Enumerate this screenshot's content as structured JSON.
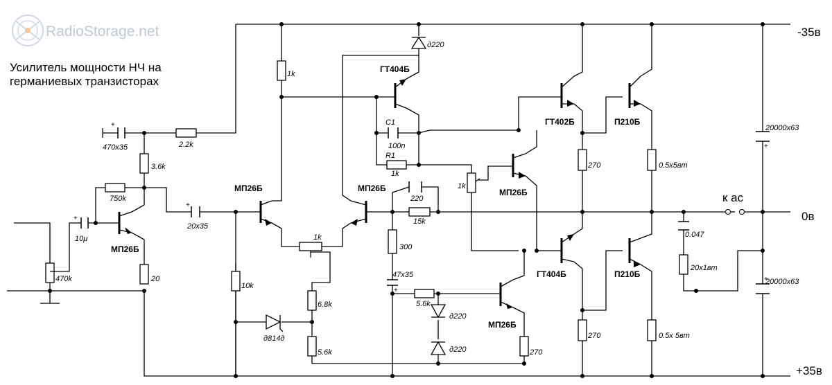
{
  "watermark": "RadioStorage.net",
  "title_lines": [
    "Усилитель мощности НЧ на",
    "германиевых транзисторах"
  ],
  "rails": {
    "negative": "-35в",
    "zero": "0в",
    "positive": "+35в"
  },
  "output_label": "к ас",
  "transistors": {
    "q_input": "МП26Б",
    "q_diff_left": "МП26Б",
    "q_diff_right": "МП26Б",
    "q_driver_top": "ГТ404Б",
    "q_bias": "МП26Б",
    "q_pre_top": "ГТ402Б",
    "q_pre_bottom": "ГТ404Б",
    "q_current_source": "МП26Б",
    "q_out_top": "П210Б",
    "q_out_bottom": "П210Б"
  },
  "components": {
    "c_in": "10μ",
    "r_pot_in": "470k",
    "c_470x35": "470x35",
    "r_2k2": "2.2k",
    "r_3k6": "3.6k",
    "r_750k": "750k",
    "r_20": "20",
    "c_20x35": "20x35",
    "r_1k_top": "1k",
    "r_10k": "10k",
    "diode_814": "д814д",
    "pot_1k_mid": "1k",
    "r_6k8": "6.8k",
    "r_5k6_bottom": "5.6k",
    "diode_top": "д220",
    "c1_name": "C1",
    "c1_value": "100n",
    "r1_name": "R1",
    "r1_value": "1k",
    "pot_1k_bias": "1k",
    "c_220": "220",
    "r_15k": "15k",
    "r_300": "300",
    "c_47x35": "47x35",
    "r_5k6_mid": "5.6k",
    "diode_mid1": "д220",
    "diode_mid2": "д220",
    "r_270_low": "270",
    "r_270_top": "270",
    "r_270_bottom": "270",
    "r_emit_top": "0.5x5вт",
    "r_emit_bottom": "0.5x 5вт",
    "c_047": "0.047",
    "r_20x1": "20x1вт",
    "c_filter_top": "20000x63",
    "c_filter_bottom": "20000x63"
  }
}
